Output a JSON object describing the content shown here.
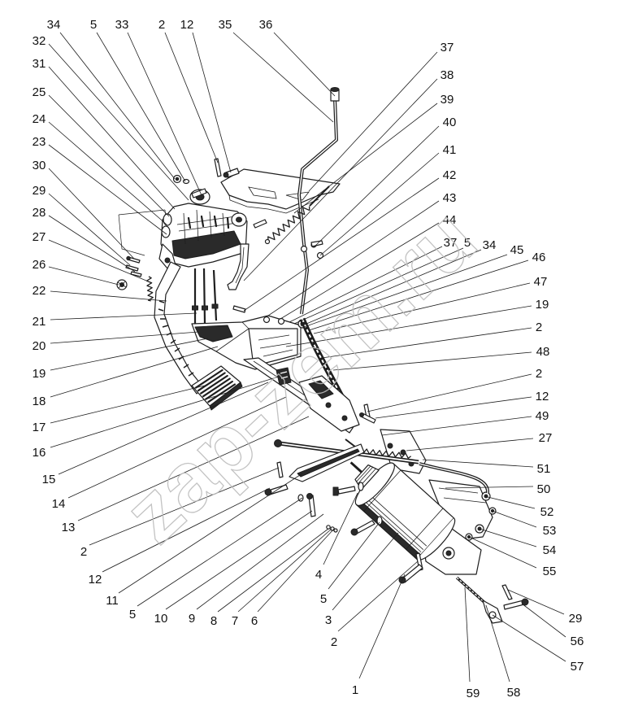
{
  "diagram": {
    "watermark": "zap-zem.ru",
    "callouts": {
      "top": [
        "34",
        "5",
        "33",
        "2",
        "12",
        "35",
        "36"
      ],
      "left": [
        "32",
        "31",
        "25",
        "24",
        "23",
        "30",
        "29",
        "28",
        "27",
        "26",
        "22",
        "21",
        "20",
        "19",
        "18",
        "17",
        "16",
        "15",
        "14",
        "13",
        "2",
        "12",
        "11",
        "5",
        "10",
        "9",
        "8",
        "7",
        "6"
      ],
      "right": [
        "37",
        "38",
        "39",
        "40",
        "41",
        "42",
        "43",
        "44",
        "37",
        "5",
        "34",
        "45",
        "46",
        "47",
        "19",
        "2",
        "48",
        "2",
        "12",
        "49",
        "27",
        "51",
        "50",
        "52",
        "53",
        "54",
        "55",
        "29",
        "56",
        "57",
        "58",
        "59"
      ],
      "bottom": [
        "1",
        "2",
        "3",
        "5",
        "4"
      ]
    }
  }
}
